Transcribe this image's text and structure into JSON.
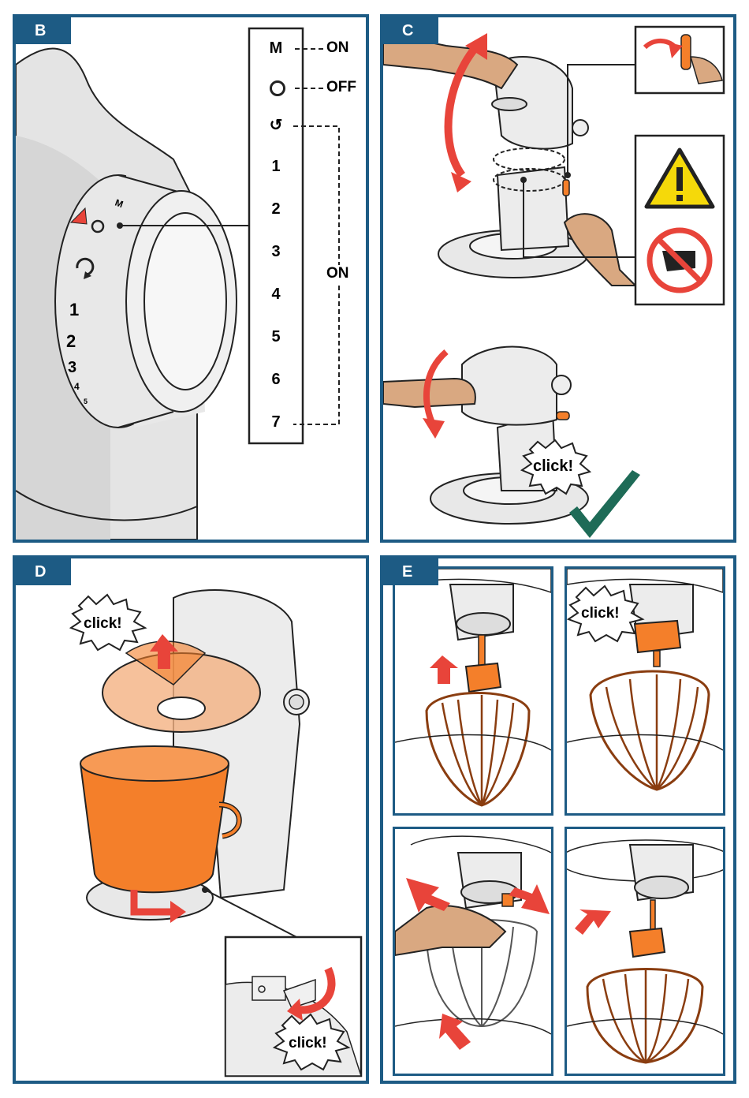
{
  "panels": {
    "b": {
      "tag": "B"
    },
    "c": {
      "tag": "C",
      "click": "click!"
    },
    "d": {
      "tag": "D",
      "click_top": "click!",
      "click_inset": "click!"
    },
    "e": {
      "tag": "E",
      "click": "click!"
    }
  },
  "dial": {
    "ring_labels": [
      "M",
      "1",
      "2",
      "3",
      "4",
      "5"
    ],
    "settings": [
      "M",
      "O",
      "↺",
      "1",
      "2",
      "3",
      "4",
      "5",
      "6",
      "7"
    ],
    "on_label_top": "ON",
    "off_label": "OFF",
    "on_label_range": "ON"
  },
  "colors": {
    "frame": "#1d5b84",
    "accent": "#f47f2a",
    "arrow": "#e8443a",
    "check": "#1e6b57",
    "warning": "#f5d90a",
    "device": "#e4e4e4"
  }
}
